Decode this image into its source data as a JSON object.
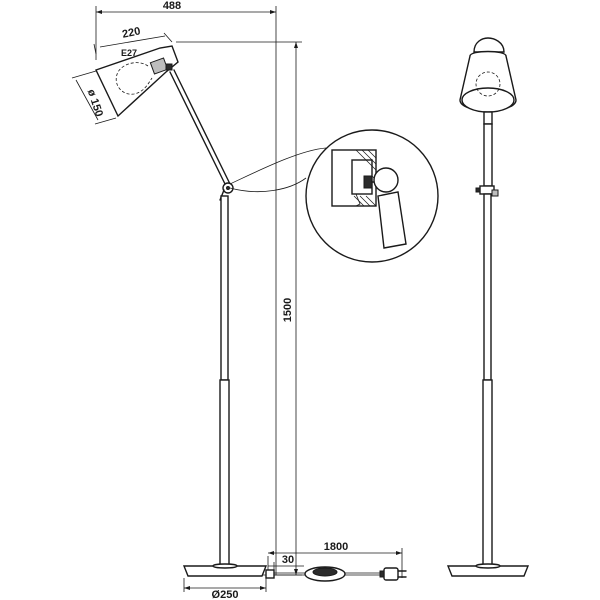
{
  "dimensions": {
    "total_width": "488",
    "shade_length": "220",
    "shade_diameter": "ø 150",
    "socket": "E27",
    "height": "1500",
    "cable_length": "1800",
    "switch_offset": "30",
    "base_diameter": "Ø250"
  }
}
